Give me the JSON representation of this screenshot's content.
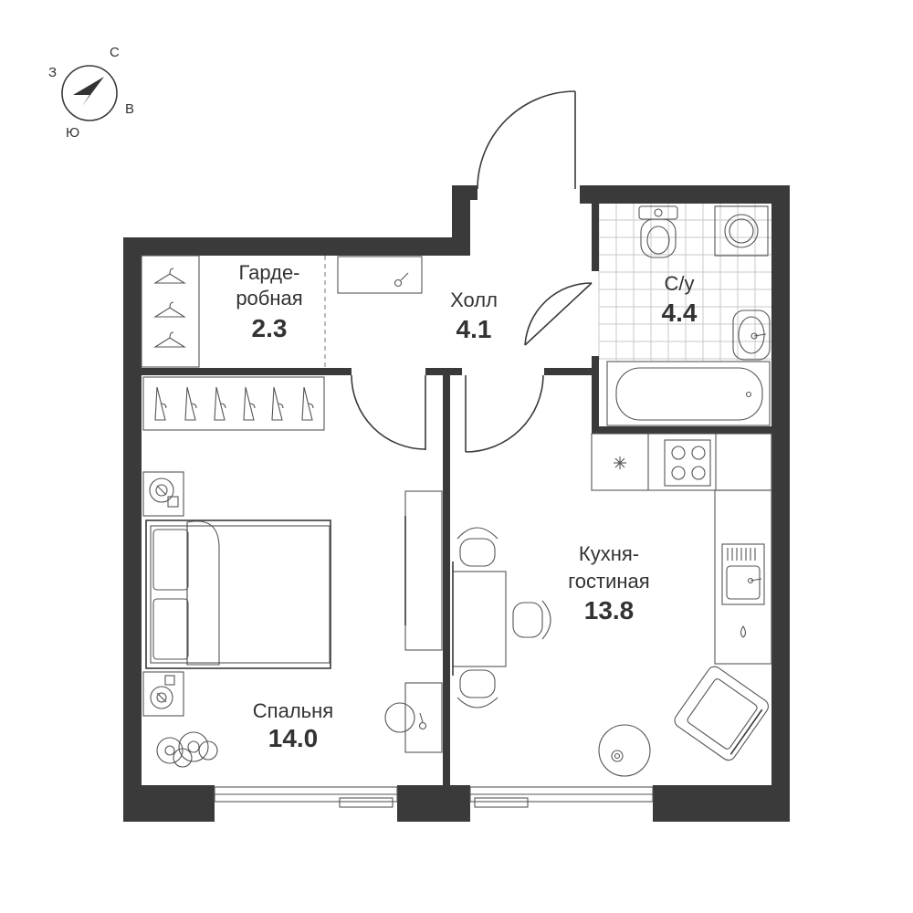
{
  "compass": {
    "north": "С",
    "west": "З",
    "east": "В",
    "south": "Ю"
  },
  "rooms": {
    "wardrobe": {
      "name_line1": "Гарде-",
      "name_line2": "робная",
      "area": "2.3"
    },
    "hall": {
      "name": "Холл",
      "area": "4.1"
    },
    "bathroom": {
      "name": "С/у",
      "area": "4.4"
    },
    "kitchen_living": {
      "name_line1": "Кухня-",
      "name_line2": "гостиная",
      "area": "13.8"
    },
    "bedroom": {
      "name": "Спальня",
      "area": "14.0"
    }
  },
  "colors": {
    "wall": "#3a3a3a",
    "line": "#3a3a3a",
    "tile": "#c9c9c9",
    "text": "#333333"
  }
}
